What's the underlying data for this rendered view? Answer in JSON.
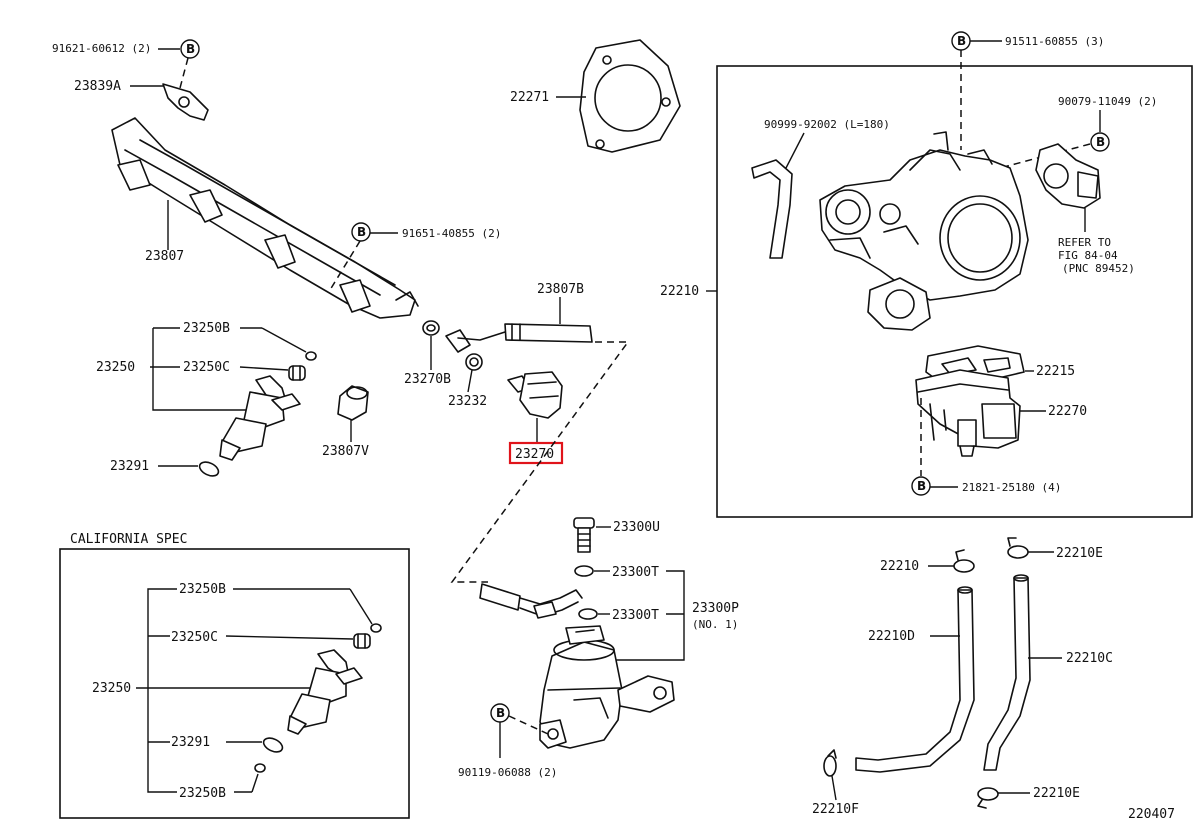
{
  "section_label": "CALIFORNIA SPEC",
  "figure_number": "220407",
  "refer_note": {
    "line1": "REFER TO",
    "line2": "FIG 84-04",
    "line3": "(PNC 89452)"
  },
  "bolt_symbol": "B",
  "callouts": {
    "p91621": "91621-60612 (2)",
    "p23839A": "23839A",
    "p23807": "23807",
    "p91651": "91651-40855 (2)",
    "p23250B_top": "23250B",
    "p23250C_top": "23250C",
    "p23250_top": "23250",
    "p23291_top": "23291",
    "p23807V": "23807V",
    "p23270B": "23270B",
    "p23232": "23232",
    "p23807B": "23807B",
    "p23270": "23270",
    "p22271": "22271",
    "p91511": "91511-60855 (3)",
    "p90999": "90999-92002 (L=180)",
    "p90079": "90079-11049 (2)",
    "p22210_main": "22210",
    "p22215": "22215",
    "p22270": "22270",
    "p21821": "21821-25180 (4)",
    "p23300U": "23300U",
    "p23300T_a": "23300T",
    "p23300T_b": "23300T",
    "p23300P": "23300P",
    "p23300P_sub": "(NO. 1)",
    "p90119": "90119-06088 (2)",
    "p22210_clip": "22210",
    "p22210E_top": "22210E",
    "p22210D": "22210D",
    "p22210C": "22210C",
    "p22210F": "22210F",
    "p22210E_bot": "22210E",
    "p23250B_cal_a": "23250B",
    "p23250C_cal": "23250C",
    "p23250_cal": "23250",
    "p23291_cal": "23291",
    "p23250B_cal_b": "23250B"
  },
  "highlighted_part": "23270",
  "colors": {
    "line": "#111111",
    "highlight": "#e0141b",
    "background": "#ffffff"
  }
}
